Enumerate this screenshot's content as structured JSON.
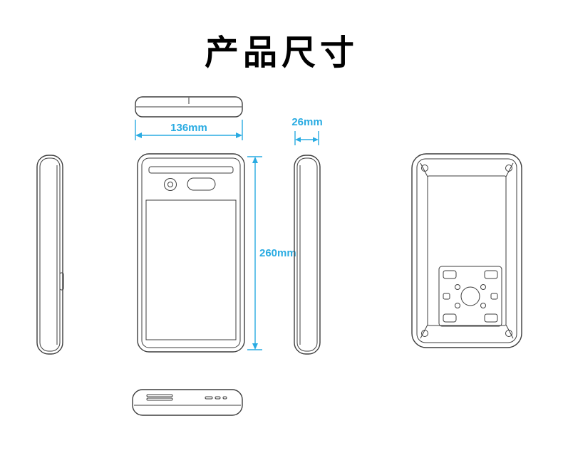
{
  "title": "产品尺寸",
  "dimensions": {
    "width": "136mm",
    "depth": "26mm",
    "height": "260mm"
  },
  "colors": {
    "dimension": "#29ABE2",
    "line": "#3d3d3d",
    "background": "#ffffff"
  }
}
